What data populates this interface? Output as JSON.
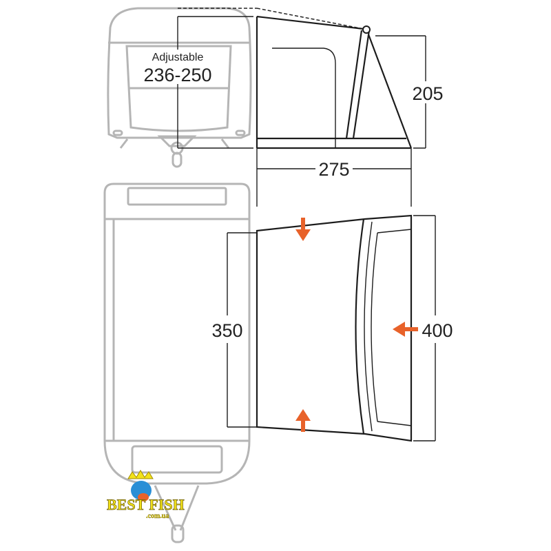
{
  "side_view": {
    "adjustable_label": "Adjustable",
    "adjustable_range": "236-250",
    "height": "205",
    "depth": "275"
  },
  "plan_view": {
    "inner_width": "350",
    "outer_width": "400"
  },
  "watermark": {
    "text": "BEST FISH",
    "domain": ".com.ua"
  },
  "colors": {
    "arrow": "#e8622a",
    "logo_yellow": "#f2e21a",
    "logo_blue": "#2a8fd6"
  }
}
